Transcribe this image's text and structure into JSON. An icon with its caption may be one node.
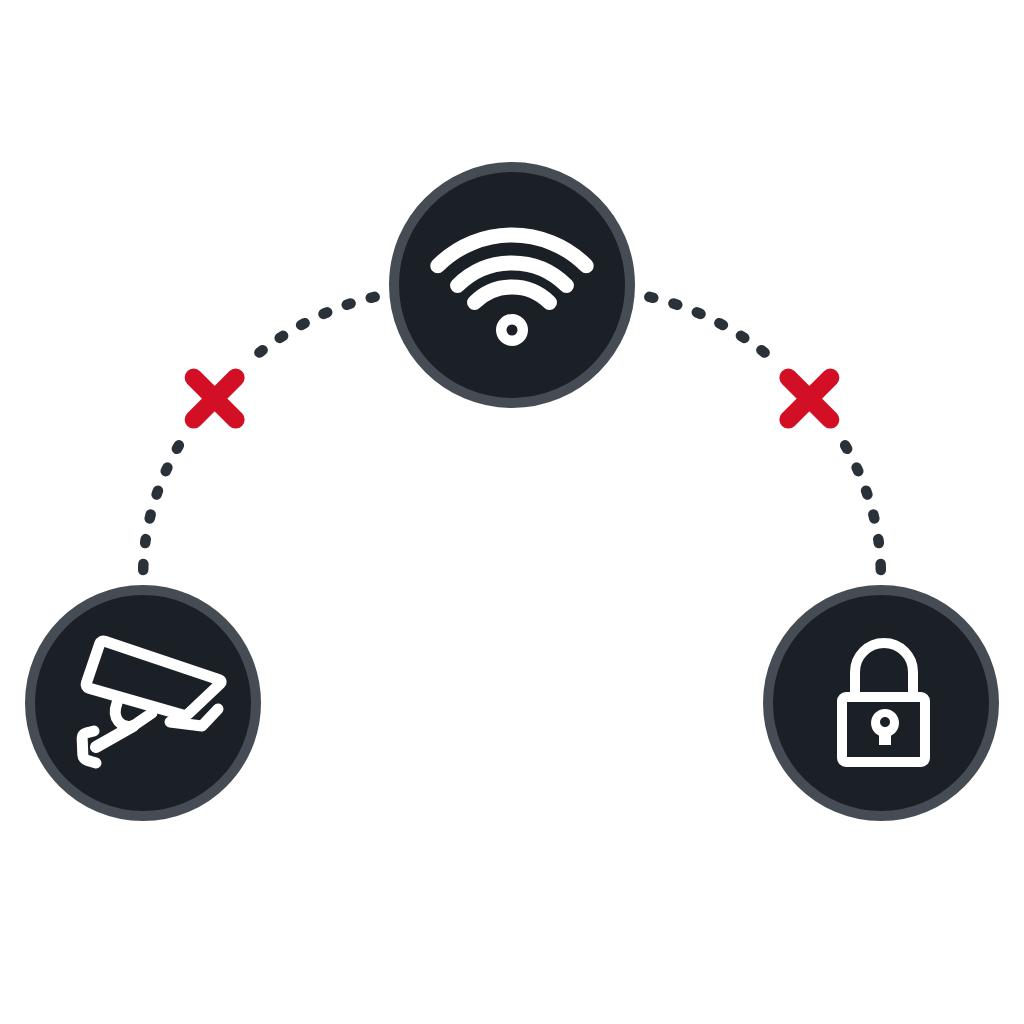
{
  "diagram": {
    "nodes": [
      {
        "text": [],
        "shape": "circle"
      },
      {
        "text": [],
        "shape": "circle"
      },
      {
        "text": [],
        "shape": "circle"
      }
    ],
    "edges": [
      {
        "from": 0,
        "to": 1,
        "arrow": "none",
        "style": "dashed"
      },
      {
        "from": 0,
        "to": 2,
        "arrow": "none",
        "style": "dashed"
      }
    ]
  }
}
